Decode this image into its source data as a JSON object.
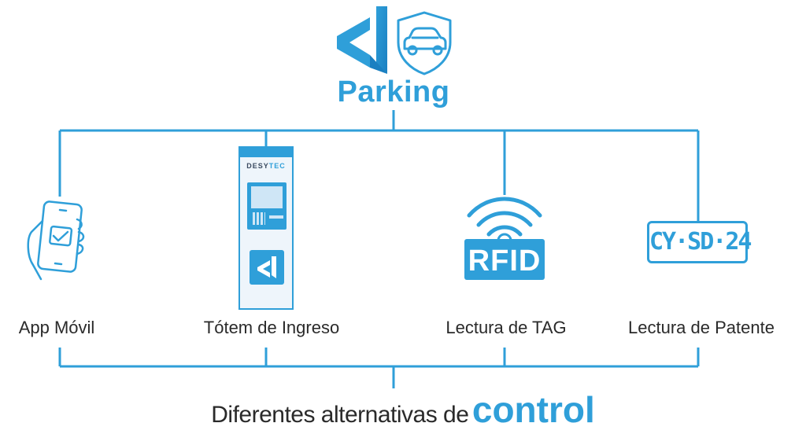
{
  "brand": {
    "name": "Parking",
    "logo_icon": "desytec-logo-icon",
    "badge_icon": "car-shield-icon"
  },
  "nodes": [
    {
      "label": "App Móvil",
      "icon": "phone-check-icon"
    },
    {
      "label": "Tótem de Ingreso",
      "icon": "kiosk-totem-icon",
      "kiosk_brand_a": "DESY",
      "kiosk_brand_b": "TEC"
    },
    {
      "label": "Lectura de TAG",
      "icon": "rfid-icon",
      "tag_text": "RFID"
    },
    {
      "label": "Lectura de Patente",
      "icon": "license-plate-icon",
      "plate_text": "CY·SD·24"
    }
  ],
  "footer": {
    "text": "Diferentes alternativas de",
    "emphasis": "control"
  },
  "colors": {
    "accent": "#2f9fd9",
    "accent_dark": "#1a7fc1",
    "text": "#2a2a2a"
  }
}
